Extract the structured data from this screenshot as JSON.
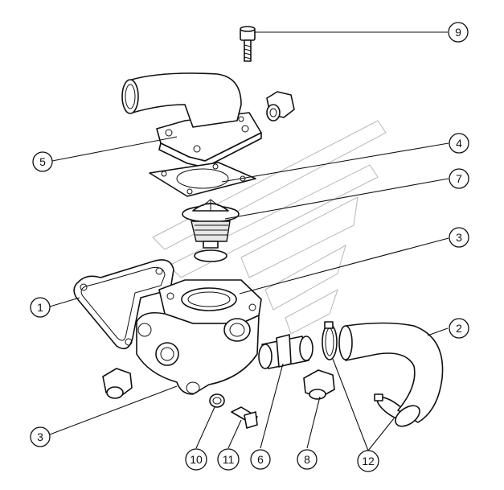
{
  "callouts": [
    {
      "id": "c1",
      "label": "1"
    },
    {
      "id": "c2",
      "label": "2"
    },
    {
      "id": "c3a",
      "label": "3"
    },
    {
      "id": "c3b",
      "label": "3"
    },
    {
      "id": "c4",
      "label": "4"
    },
    {
      "id": "c5",
      "label": "5"
    },
    {
      "id": "c6",
      "label": "6"
    },
    {
      "id": "c7",
      "label": "7"
    },
    {
      "id": "c8",
      "label": "8"
    },
    {
      "id": "c9",
      "label": "9"
    },
    {
      "id": "c10",
      "label": "10"
    },
    {
      "id": "c11",
      "label": "11"
    },
    {
      "id": "c12",
      "label": "12"
    }
  ]
}
